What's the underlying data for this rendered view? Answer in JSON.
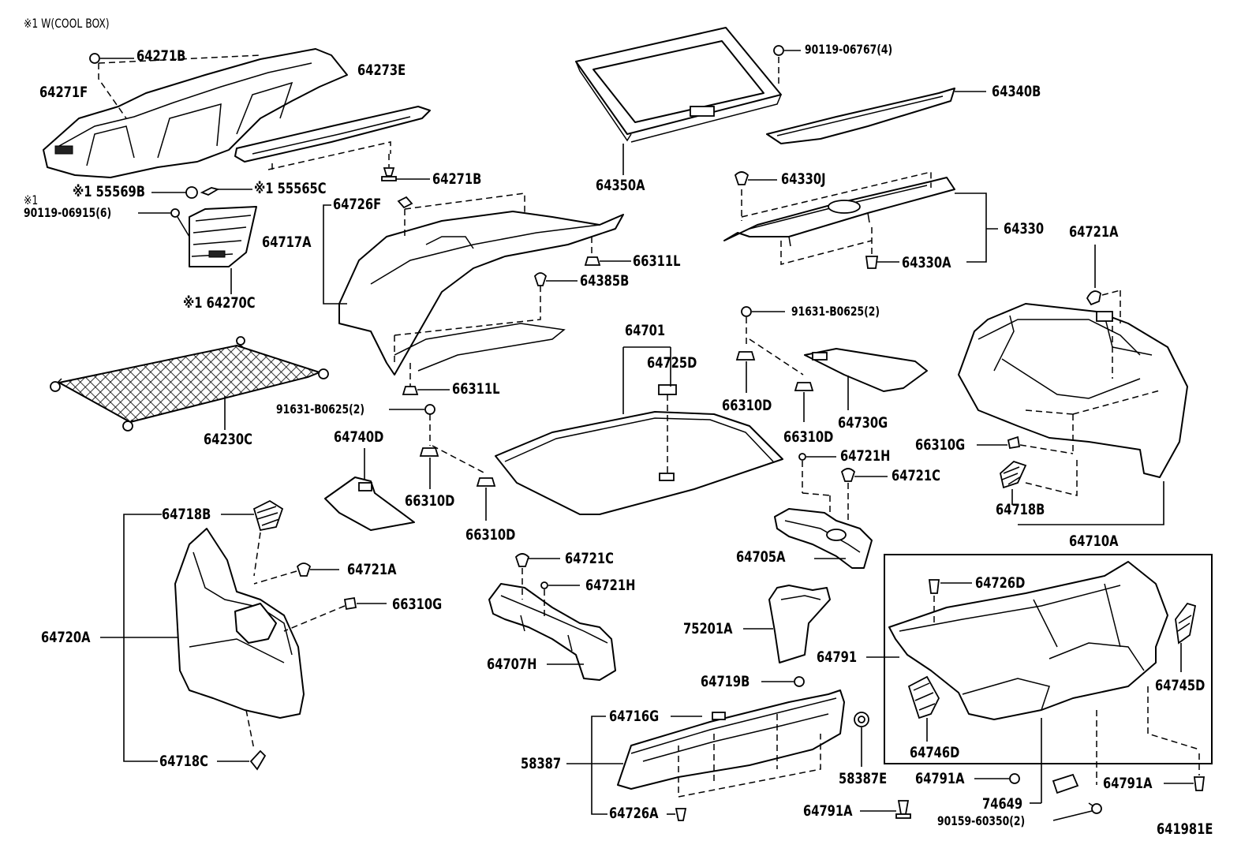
{
  "header_note": "※1 W(COOL BOX)",
  "diagram_id": "641981E",
  "labels": {
    "p64271B_top": "64271B",
    "p64271F": "64271F",
    "p64273E": "64273E",
    "p64271B_bot": "64271B",
    "p55569B": "※1 55569B",
    "p55565C": "※1 55565C",
    "note_mark": "※1",
    "p90119_06915": "90119-06915(6)",
    "p64270C": "※1 64270C",
    "p64230C": "64230C",
    "p64726F": "64726F",
    "p64717A": "64717A",
    "p66311L_a": "66311L",
    "p64385B": "64385B",
    "p66311L_b": "66311L",
    "p91631_left": "91631-B0625(2)",
    "p64740D": "64740D",
    "p66310D_l1": "66310D",
    "p66310D_l2": "66310D",
    "p64350A": "64350A",
    "p90119_06767": "90119-06767(4)",
    "p64340B": "64340B",
    "p64330J": "64330J",
    "p64330": "64330",
    "p64330A": "64330A",
    "p64721A_top": "64721A",
    "p64701": "64701",
    "p64725D": "64725D",
    "p91631_mid": "91631-B0625(2)",
    "p66310D_m1": "66310D",
    "p66310D_m2": "66310D",
    "p64730G": "64730G",
    "p64721H_r": "64721H",
    "p64721C_r": "64721C",
    "p66310G_r": "66310G",
    "p64718B_r": "64718B",
    "p64710A": "64710A",
    "p64705A": "64705A",
    "p64718B_l": "64718B",
    "p64721A_l": "64721A",
    "p66310G_l": "66310G",
    "p64720A": "64720A",
    "p64718C": "64718C",
    "p64721C_m": "64721C",
    "p64721H_m": "64721H",
    "p64707H": "64707H",
    "p75201A": "75201A",
    "p64719B": "64719B",
    "p64716G": "64716G",
    "p58387": "58387",
    "p58387E": "58387E",
    "p64726A": "64726A",
    "p64726D": "64726D",
    "p64791": "64791",
    "p64745D": "64745D",
    "p64746D": "64746D",
    "p64791A_l": "64791A",
    "p64791A_r": "64791A",
    "p64791A_b": "64791A",
    "p74649": "74649",
    "p90159_60350": "90159-60350(2)"
  }
}
